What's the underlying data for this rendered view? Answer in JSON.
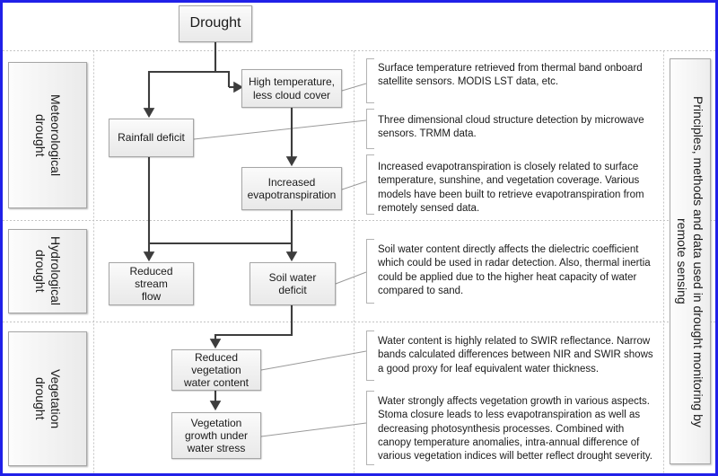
{
  "figure": {
    "title": "Drought monitoring conceptual flowchart",
    "border_color": "#2020e8",
    "box_fill": "#f1f1f1",
    "box_border": "#a6a6a6",
    "arrow_color": "#404040",
    "divider_color": "#bfbfbf"
  },
  "root": {
    "label": "Drought"
  },
  "categories": [
    {
      "id": "meteorological",
      "label": "Meteorological\ndrought"
    },
    {
      "id": "hydrological",
      "label": "Hydrological\ndrought"
    },
    {
      "id": "vegetation",
      "label": "Vegetation\ndrought"
    }
  ],
  "nodes": [
    {
      "id": "high-temperature",
      "label": "High temperature,\nless cloud cover"
    },
    {
      "id": "rainfall-deficit",
      "label": "Rainfall deficit"
    },
    {
      "id": "increased-evapotranspiration",
      "label": "Increased\nevapotranspiration"
    },
    {
      "id": "reduced-stream-flow",
      "label": "Reduced stream\nflow"
    },
    {
      "id": "soil-water-deficit",
      "label": "Soil water\ndeficit"
    },
    {
      "id": "reduced-vegetation-water-content",
      "label": "Reduced\nvegetation\nwater content"
    },
    {
      "id": "vegetation-growth-under-water-stress",
      "label": "Vegetation\ngrowth under\nwater stress"
    }
  ],
  "notes": [
    {
      "id": "note-surface-temperature",
      "for": "high-temperature",
      "text": "Surface temperature retrieved from thermal band onboard satellite sensors. MODIS LST data, etc."
    },
    {
      "id": "note-cloud-structure",
      "for": "rainfall-deficit",
      "text": "Three dimensional cloud structure detection by microwave sensors. TRMM data."
    },
    {
      "id": "note-evapotranspiration",
      "for": "increased-evapotranspiration",
      "text": "Increased evapotranspiration is closely related to surface temperature, sunshine, and vegetation coverage. Various models have been built to retrieve evapotranspiration from remotely sensed data."
    },
    {
      "id": "note-soil-water",
      "for": "soil-water-deficit",
      "text": "Soil water content directly affects the dielectric coefficient which could be used in radar detection. Also, thermal inertia could be applied due to the higher heat capacity of water compared to sand."
    },
    {
      "id": "note-swir",
      "for": "reduced-vegetation-water-content",
      "text": "Water content is highly related to SWIR reflectance. Narrow bands calculated differences between NIR and SWIR shows a good proxy for leaf equivalent water thickness."
    },
    {
      "id": "note-vegetation-growth",
      "for": "vegetation-growth-under-water-stress",
      "text": "Water strongly affects vegetation growth in various aspects. Stoma closure leads to less evapotranspiration as well as decreasing photosynthesis processes. Combined with canopy temperature anomalies, intra-annual difference of various vegetation indices will better reflect drought severity."
    }
  ],
  "banner": {
    "label": "Principles, methods and data used in drought monitoring by\nremote sensing"
  },
  "chart_data": {
    "type": "diagram",
    "title": "Drought propagation and remote sensing principles",
    "swimlanes": [
      "Meteorological drought",
      "Hydrological drought",
      "Vegetation drought"
    ],
    "nodes": [
      "Drought",
      "High temperature, less cloud cover",
      "Rainfall deficit",
      "Increased evapotranspiration",
      "Reduced stream flow",
      "Soil water deficit",
      "Reduced vegetation water content",
      "Vegetation growth under water stress"
    ],
    "edges": [
      {
        "from": "Drought",
        "to": "High temperature, less cloud cover"
      },
      {
        "from": "Drought",
        "to": "Rainfall deficit"
      },
      {
        "from": "High temperature, less cloud cover",
        "to": "Increased evapotranspiration"
      },
      {
        "from": "Rainfall deficit",
        "to": "Reduced stream flow"
      },
      {
        "from": "Rainfall deficit",
        "to": "Soil water deficit"
      },
      {
        "from": "Increased evapotranspiration",
        "to": "Soil water deficit"
      },
      {
        "from": "Increased evapotranspiration",
        "to": "Reduced stream flow"
      },
      {
        "from": "Soil water deficit",
        "to": "Reduced vegetation water content"
      },
      {
        "from": "Reduced vegetation water content",
        "to": "Vegetation growth under water stress"
      }
    ]
  }
}
